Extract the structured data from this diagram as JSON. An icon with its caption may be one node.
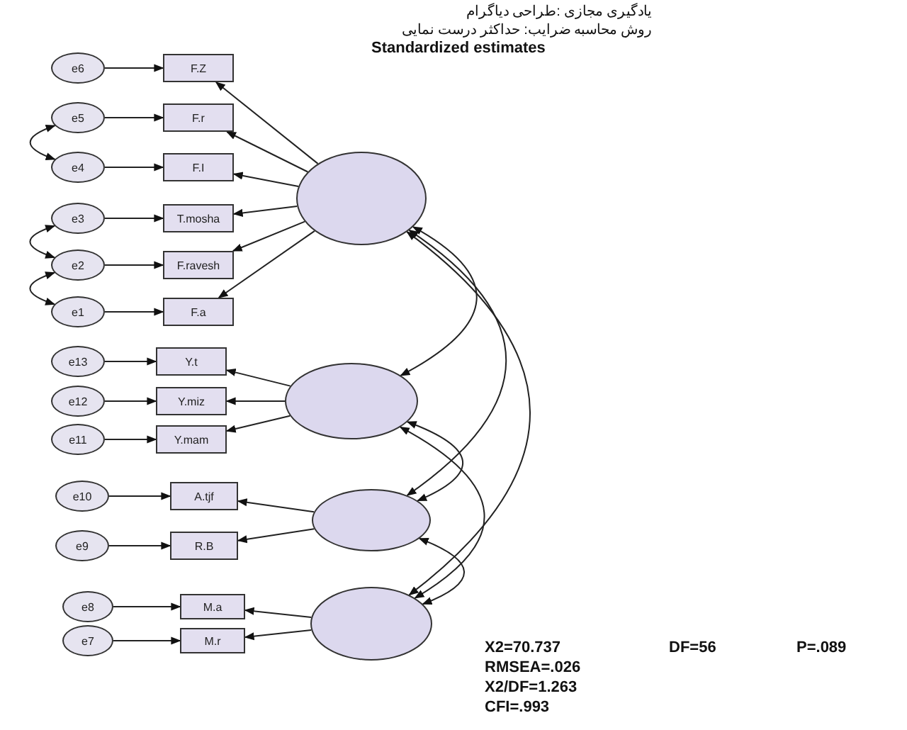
{
  "diagram": {
    "nodes": [
      {
        "text": [
          "e6"
        ]
      },
      {
        "text": [
          "e5"
        ]
      },
      {
        "text": [
          "e4"
        ]
      },
      {
        "text": [
          "e3"
        ]
      },
      {
        "text": [
          "e2"
        ]
      },
      {
        "text": [
          "e1"
        ]
      },
      {
        "text": [
          "F.Z"
        ]
      },
      {
        "text": [
          "F.r"
        ]
      },
      {
        "text": [
          "F.I"
        ]
      },
      {
        "text": [
          "T.mosha"
        ]
      },
      {
        "text": [
          "F.ravesh"
        ]
      },
      {
        "text": [
          "F.a"
        ]
      },
      {
        "text": [],
        "shape": "ellipse"
      },
      {
        "text": [
          "e13"
        ]
      },
      {
        "text": [
          "e12"
        ]
      },
      {
        "text": [
          "e11"
        ]
      },
      {
        "text": [
          "Y.t"
        ]
      },
      {
        "text": [
          "Y.miz"
        ]
      },
      {
        "text": [
          "Y.mam"
        ]
      },
      {
        "text": [],
        "shape": "ellipse"
      },
      {
        "text": [
          "e10"
        ]
      },
      {
        "text": [
          "e9"
        ]
      },
      {
        "text": [
          "A.tjf"
        ]
      },
      {
        "text": [
          "R.B"
        ]
      },
      {
        "text": [],
        "shape": "ellipse"
      },
      {
        "text": [
          "e8"
        ]
      },
      {
        "text": [
          "e7"
        ]
      },
      {
        "text": [
          "M.a"
        ]
      },
      {
        "text": [
          "M.r"
        ]
      },
      {
        "text": [],
        "shape": "ellipse"
      }
    ],
    "edges": [
      {
        "from": 0,
        "to": 6,
        "arrow": "to"
      },
      {
        "from": 1,
        "to": 7,
        "arrow": "to"
      },
      {
        "from": 2,
        "to": 8,
        "arrow": "to"
      },
      {
        "from": 3,
        "to": 9,
        "arrow": "to"
      },
      {
        "from": 4,
        "to": 10,
        "arrow": "to"
      },
      {
        "from": 5,
        "to": 11,
        "arrow": "to"
      },
      {
        "from": 12,
        "to": 6,
        "arrow": "to"
      },
      {
        "from": 12,
        "to": 7,
        "arrow": "to"
      },
      {
        "from": 12,
        "to": 8,
        "arrow": "to"
      },
      {
        "from": 12,
        "to": 9,
        "arrow": "to"
      },
      {
        "from": 12,
        "to": 10,
        "arrow": "to"
      },
      {
        "from": 12,
        "to": 11,
        "arrow": "to"
      },
      {
        "from": 1,
        "to": 2,
        "arrow": "both"
      },
      {
        "from": 3,
        "to": 4,
        "arrow": "both"
      },
      {
        "from": 4,
        "to": 5,
        "arrow": "both"
      },
      {
        "from": 13,
        "to": 16,
        "arrow": "to"
      },
      {
        "from": 14,
        "to": 17,
        "arrow": "to"
      },
      {
        "from": 15,
        "to": 18,
        "arrow": "to"
      },
      {
        "from": 19,
        "to": 16,
        "arrow": "to"
      },
      {
        "from": 19,
        "to": 17,
        "arrow": "to"
      },
      {
        "from": 19,
        "to": 18,
        "arrow": "to"
      },
      {
        "from": 20,
        "to": 22,
        "arrow": "to"
      },
      {
        "from": 21,
        "to": 23,
        "arrow": "to"
      },
      {
        "from": 24,
        "to": 22,
        "arrow": "to"
      },
      {
        "from": 24,
        "to": 23,
        "arrow": "to"
      },
      {
        "from": 25,
        "to": 27,
        "arrow": "to"
      },
      {
        "from": 26,
        "to": 28,
        "arrow": "to"
      },
      {
        "from": 29,
        "to": 27,
        "arrow": "to"
      },
      {
        "from": 29,
        "to": 28,
        "arrow": "to"
      },
      {
        "from": 12,
        "to": 19,
        "arrow": "both"
      },
      {
        "from": 12,
        "to": 24,
        "arrow": "both"
      },
      {
        "from": 12,
        "to": 29,
        "arrow": "both"
      },
      {
        "from": 19,
        "to": 24,
        "arrow": "both"
      },
      {
        "from": 19,
        "to": 29,
        "arrow": "both"
      },
      {
        "from": 24,
        "to": 29,
        "arrow": "both"
      }
    ],
    "labels": [
      "یادگیری مجازی :طراحی دیاگرام",
      "روش محاسبه ضرایب: حداکثر درست نمایی",
      "Standardized estimates",
      "X2=70.737",
      "DF=56",
      "P=.089",
      "RMSEA=.026",
      "X2/DF=1.263",
      "CFI=.993"
    ]
  }
}
